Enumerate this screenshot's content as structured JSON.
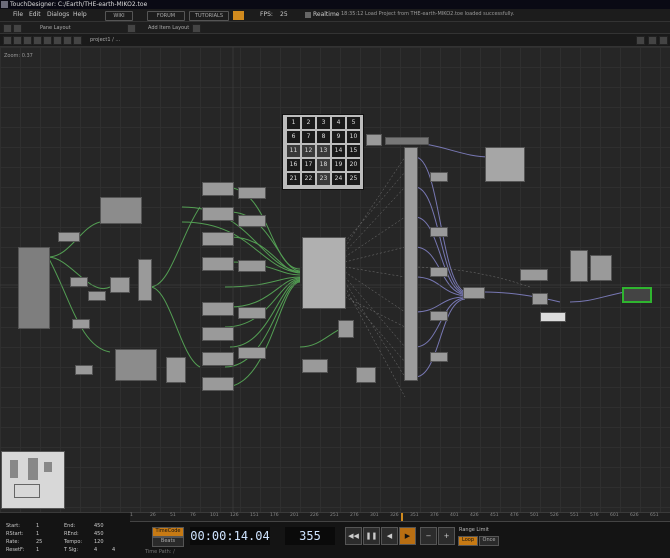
{
  "window": {
    "title": "TouchDesigner: C:/Earth/THE-earth-MIKO2.toe"
  },
  "menu": {
    "items": [
      "File",
      "Edit",
      "Dialogs",
      "Help"
    ],
    "wiki": "WIKI",
    "forum": "FORUM",
    "tutorials": "TUTORIALS",
    "fps_label": "FPS:",
    "fps_value": "25",
    "realtime": "Realtime",
    "status": "18:35:12 Load Project from THE-earth-MIKO2.toe loaded successfully."
  },
  "toolbar": {
    "pane_layout": "Pane Layout",
    "add_item_layout": "Add Item Layout"
  },
  "path": {
    "text": "project1 / ..."
  },
  "network": {
    "zoom": "Zoom: 0.37"
  },
  "grid_panel": {
    "cells": [
      "1",
      "2",
      "3",
      "4",
      "5",
      "6",
      "7",
      "8",
      "9",
      "10",
      "11",
      "12",
      "13",
      "14",
      "15",
      "16",
      "17",
      "18",
      "19",
      "20",
      "21",
      "22",
      "23",
      "24",
      "25"
    ]
  },
  "timeline": {
    "ruler": [
      "1",
      "26",
      "51",
      "76",
      "101",
      "126",
      "151",
      "176",
      "201",
      "226",
      "251",
      "276",
      "301",
      "326",
      "351",
      "376",
      "401",
      "426",
      "451",
      "476",
      "501",
      "526",
      "551",
      "576",
      "601",
      "626",
      "651"
    ],
    "start_label": "Start:",
    "start": "1",
    "end_label": "End:",
    "end": "450",
    "rstart_label": "RStart:",
    "rstart": "1",
    "rend_label": "REnd:",
    "rend": "450",
    "rate_label": "Rate:",
    "rate": "25",
    "tempo_label": "Tempo:",
    "tempo": "120",
    "resetf_label": "ResetF:",
    "resetf": "1",
    "tsig_label": "T Sig:",
    "tsig_a": "4",
    "tsig_b": "4",
    "timecode_btn": "TimeCode",
    "beats_btn": "Beats",
    "timecode": "00:00:14.04",
    "frame": "355",
    "range_limit": "Range Limit",
    "loop": "Loop",
    "once": "Once",
    "time_path": "Time Path: /"
  }
}
